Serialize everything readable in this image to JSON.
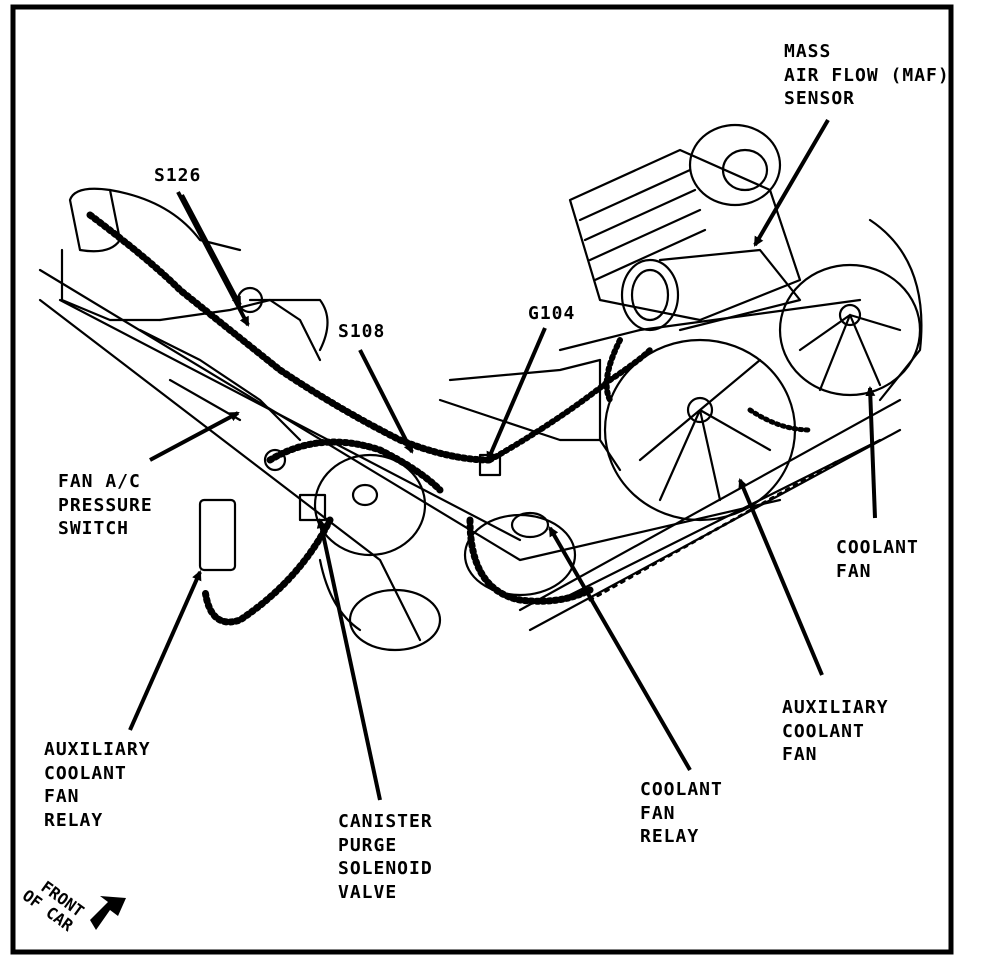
{
  "labels": {
    "maf": [
      "MASS",
      "AIR FLOW (MAF)",
      "SENSOR"
    ],
    "s126": [
      "S126"
    ],
    "s108": [
      "S108"
    ],
    "g104": [
      "G104"
    ],
    "fan_ac": [
      "FAN A/C",
      "PRESSURE",
      "SWITCH"
    ],
    "coolant_fan": [
      "COOLANT",
      "FAN"
    ],
    "aux_coolant_fan": [
      "AUXILIARY",
      "COOLANT",
      "FAN"
    ],
    "aux_relay": [
      "AUXILIARY",
      "COOLANT",
      "FAN",
      "RELAY"
    ],
    "canister": [
      "CANISTER",
      "PURGE",
      "SOLENOID",
      "VALVE"
    ],
    "coolant_relay": [
      "COOLANT",
      "FAN",
      "RELAY"
    ],
    "front": [
      "FRONT",
      "OF CAR"
    ]
  }
}
